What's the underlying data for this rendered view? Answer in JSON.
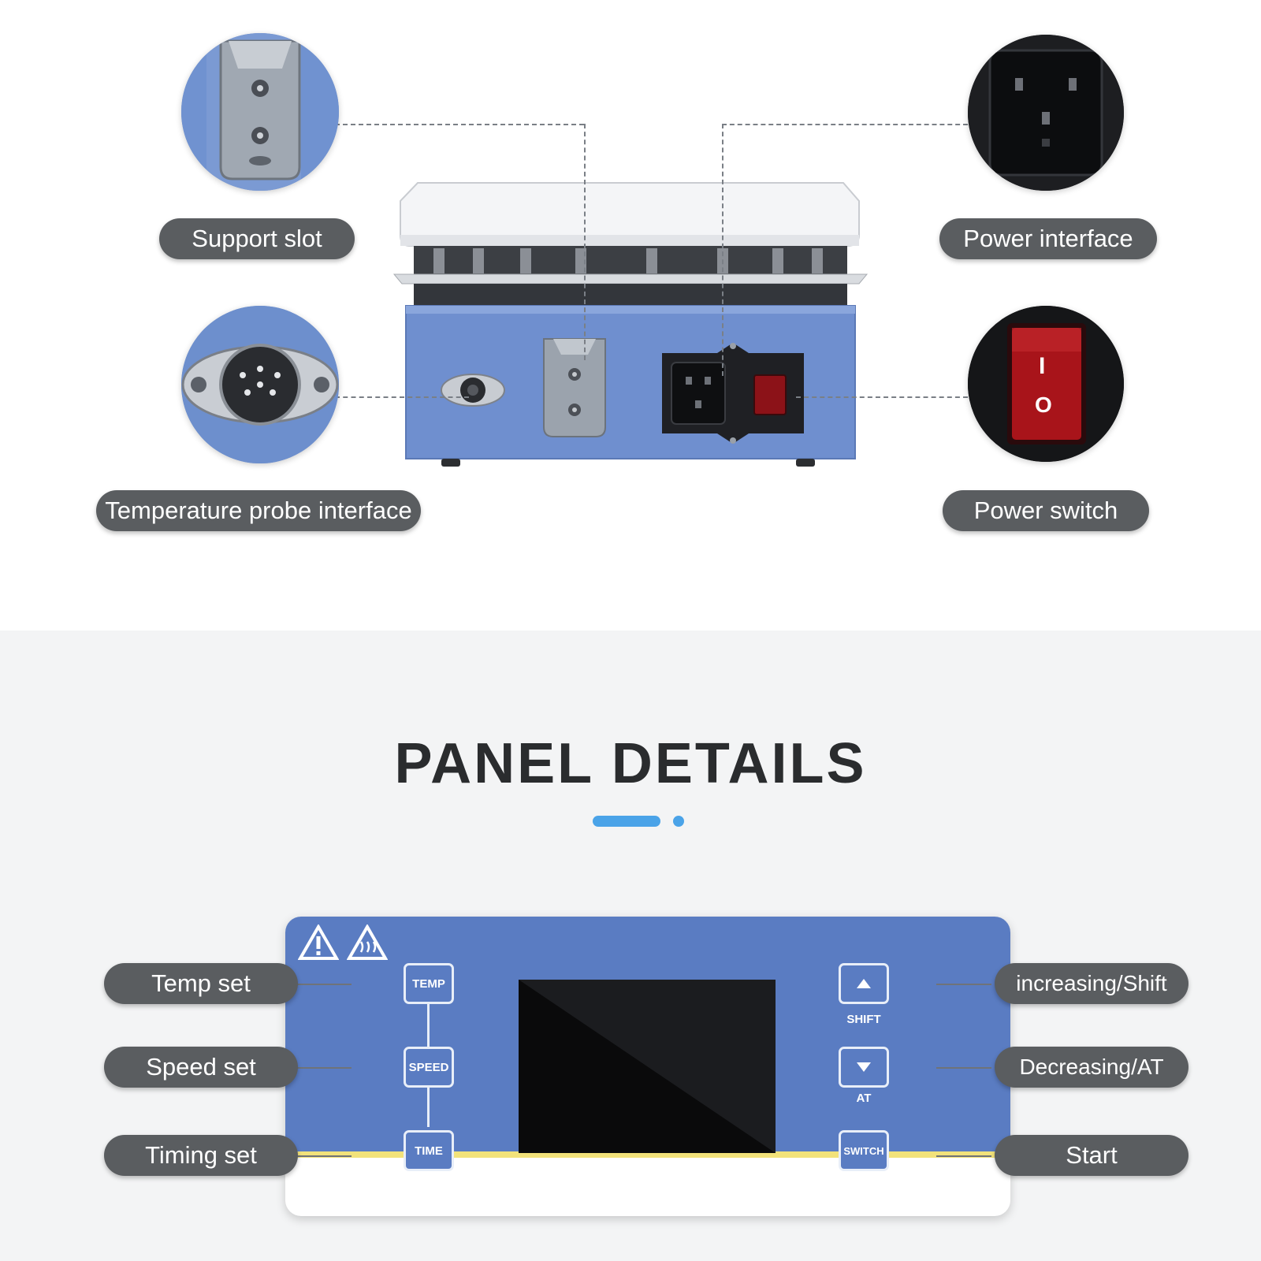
{
  "callouts": {
    "support_slot": "Support slot",
    "temperature_probe": "Temperature probe interface",
    "power_interface": "Power interface",
    "power_switch": "Power switch"
  },
  "switch_marks": {
    "on": "I",
    "off": "O"
  },
  "heading": "PANEL DETAILS",
  "panel_labels": {
    "temp_set": "Temp set",
    "speed_set": "Speed set",
    "timing_set": "Timing set",
    "increasing_shift": "increasing/Shift",
    "decreasing_at": "Decreasing/AT",
    "start": "Start"
  },
  "keys": {
    "temp": "TEMP",
    "speed": "SPEED",
    "time": "TIME",
    "switch": "SWITCH",
    "shift": "SHIFT",
    "at": "AT"
  },
  "colors": {
    "device_blue": "#6f8fcf",
    "panel_blue": "#5a7cc2",
    "pill_gray": "#5a5d60",
    "accent_blue": "#4aa3e8",
    "switch_red": "#a8141a"
  },
  "icons": [
    "warning-icon",
    "hot-surface-icon",
    "up-arrow-icon",
    "down-arrow-icon"
  ]
}
